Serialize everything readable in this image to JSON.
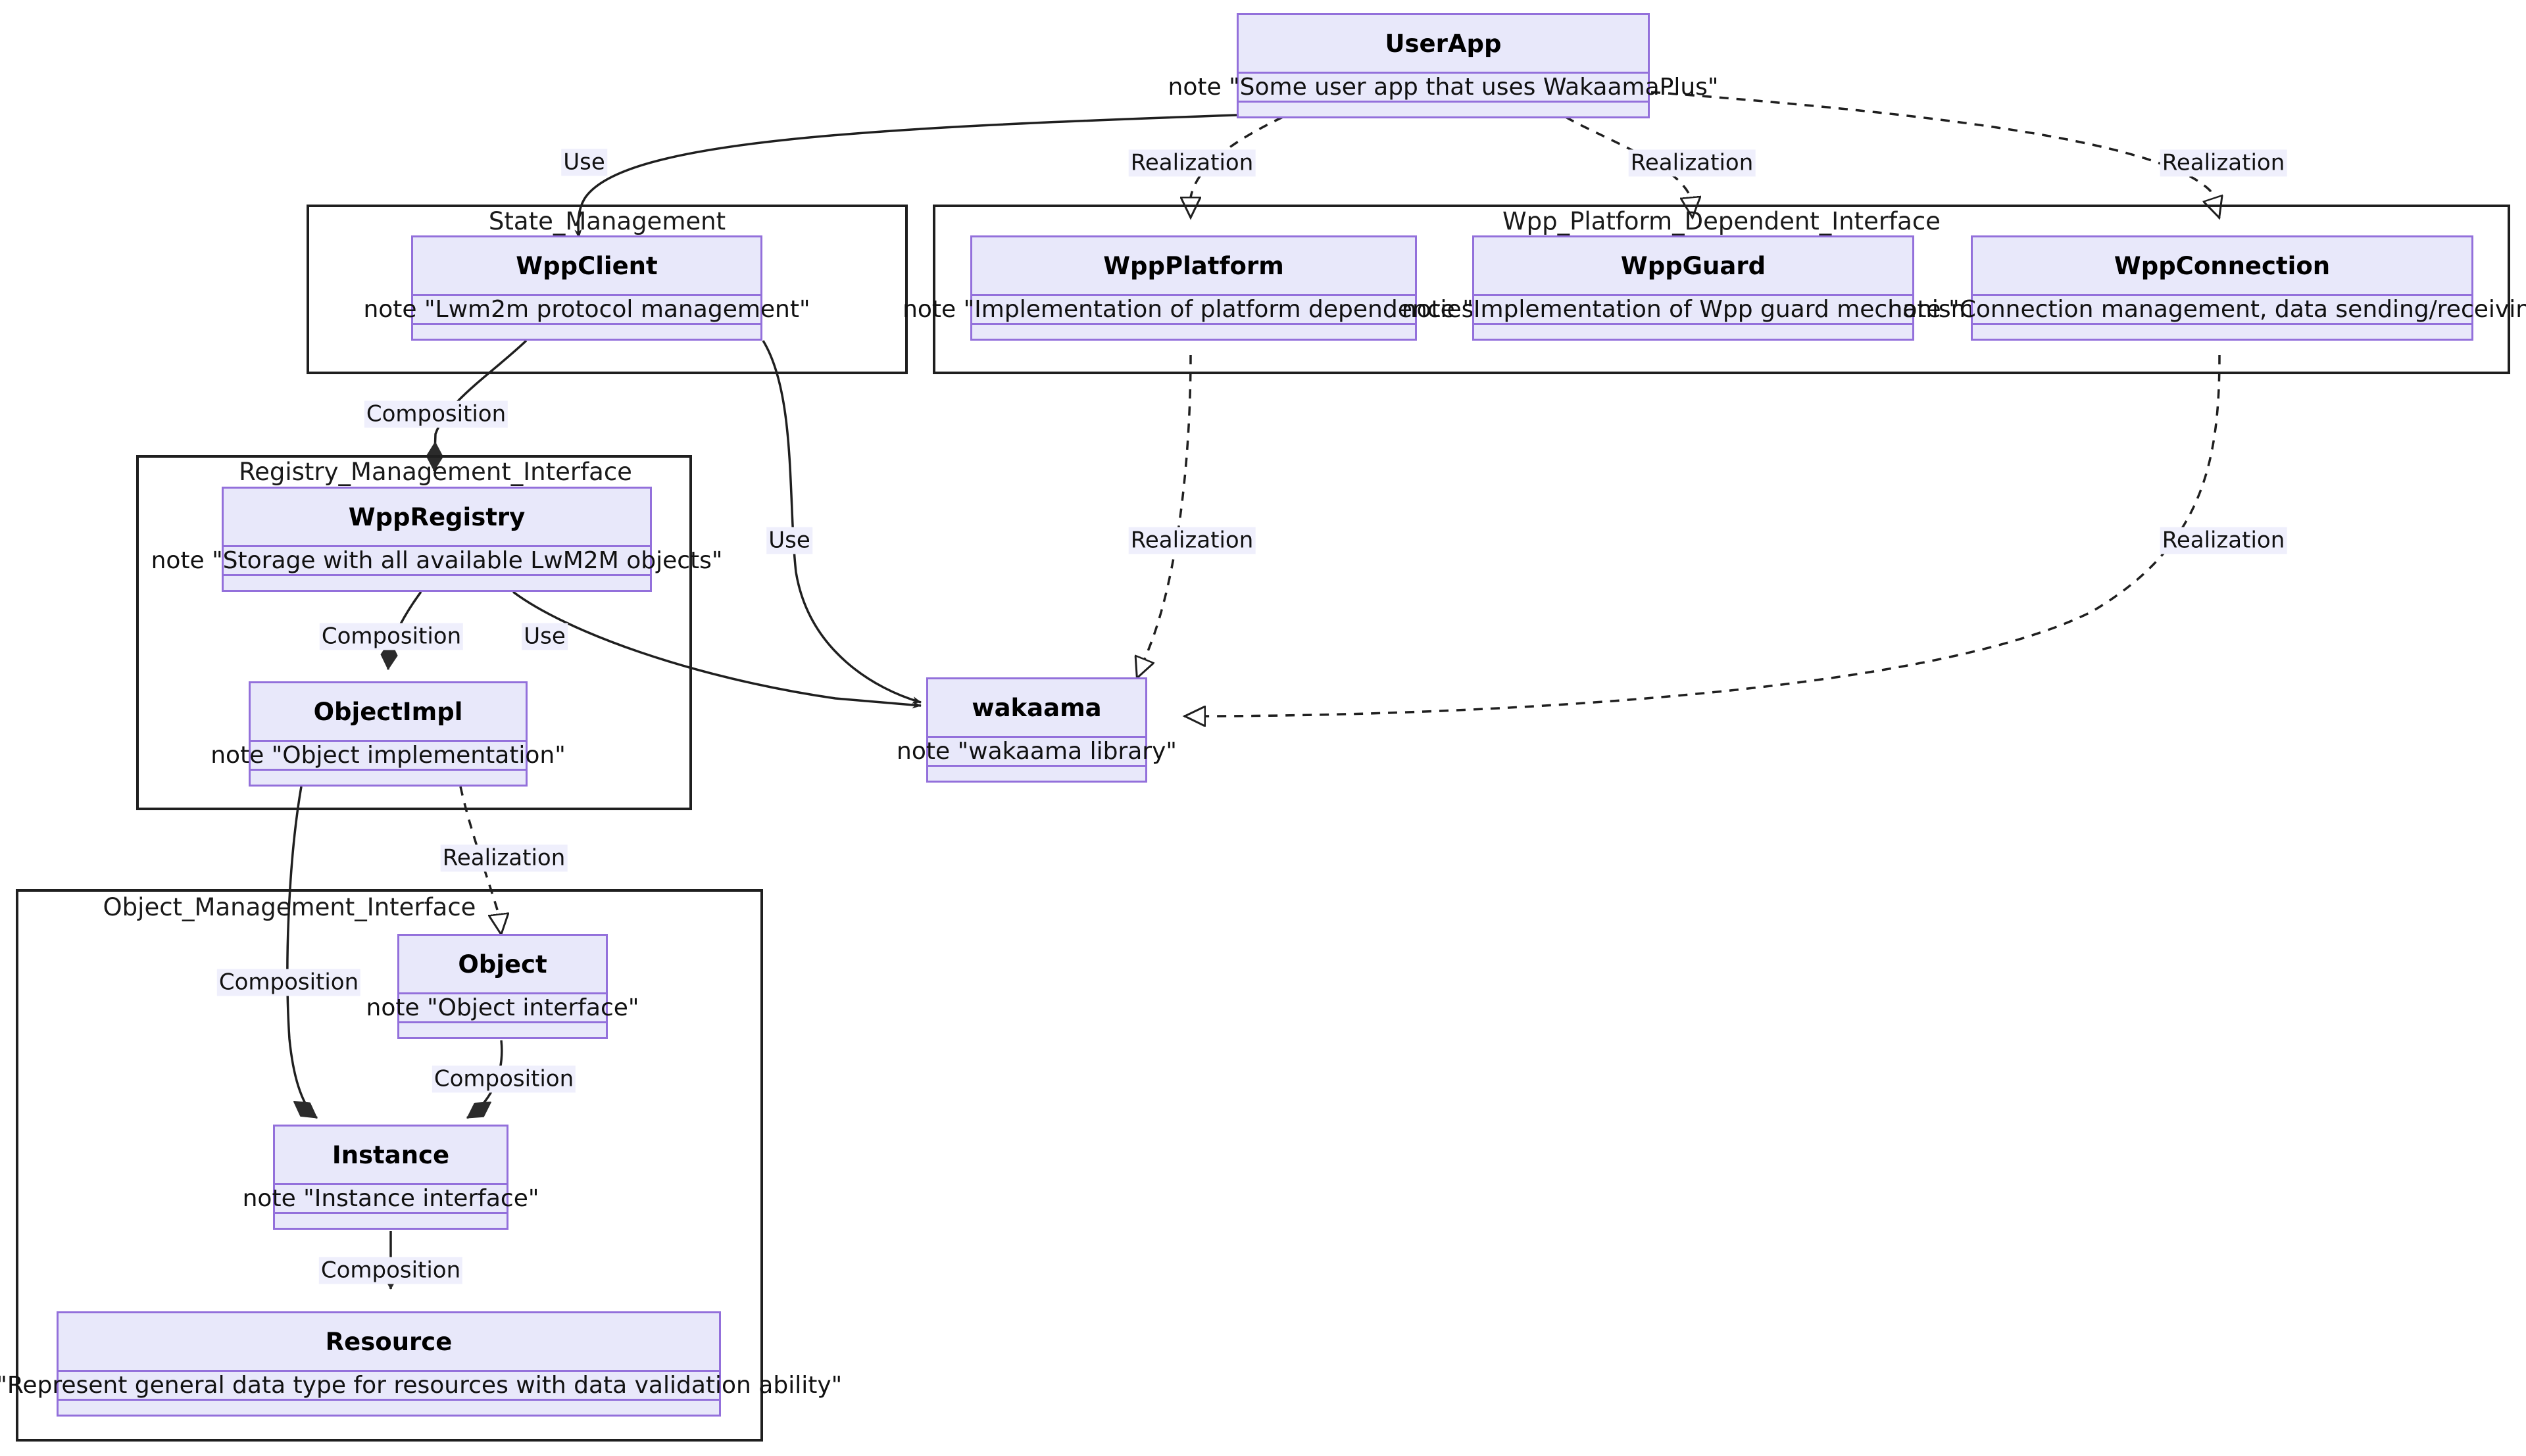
{
  "diagram": {
    "type": "uml-class-diagram",
    "background": "#ffffff",
    "node_fill": "#E8E8FA",
    "node_border": "#9370DB",
    "cluster_border": "#1f1f1f",
    "edge_color": "#1f1f1f",
    "label_bg": "#EFEFFC"
  },
  "clusters": [
    {
      "id": "state_management",
      "label": "State_Management"
    },
    {
      "id": "wpp_platform_dependent_interface",
      "label": "Wpp_Platform_Dependent_Interface"
    },
    {
      "id": "registry_management_interface",
      "label": "Registry_Management_Interface"
    },
    {
      "id": "object_management_interface",
      "label": "Object_Management_Interface"
    }
  ],
  "nodes": [
    {
      "id": "userapp",
      "title": "UserApp",
      "note": "note \"Some user app that uses WakaamaPlus\""
    },
    {
      "id": "wppclient",
      "title": "WppClient",
      "note": "note \"Lwm2m protocol management\""
    },
    {
      "id": "wppplatform",
      "title": "WppPlatform",
      "note": "note \"Implementation of platform dependencies\""
    },
    {
      "id": "wppguard",
      "title": "WppGuard",
      "note": "note \"Implementation of Wpp guard mechanism\""
    },
    {
      "id": "wppconnection",
      "title": "WppConnection",
      "note": "note \"Connection management, data sending/receiving\""
    },
    {
      "id": "wppregistry",
      "title": "WppRegistry",
      "note": "note \"Storage with all available LwM2M objects\""
    },
    {
      "id": "objectimpl",
      "title": "ObjectImpl",
      "note": "note \"Object implementation\""
    },
    {
      "id": "wakaama",
      "title": "wakaama",
      "note": "note \"wakaama library\""
    },
    {
      "id": "object",
      "title": "Object",
      "note": "note \"Object interface\""
    },
    {
      "id": "instance",
      "title": "Instance",
      "note": "note \"Instance interface\""
    },
    {
      "id": "resource",
      "title": "Resource",
      "note": "note \"Represent general data type for resources with data validation ability\""
    }
  ],
  "edges": [
    {
      "id": "e1",
      "from": "userapp",
      "to": "wppclient",
      "label": "Use",
      "kind": "use"
    },
    {
      "id": "e2",
      "from": "userapp",
      "to": "wppplatform",
      "label": "Realization",
      "kind": "realization"
    },
    {
      "id": "e3",
      "from": "userapp",
      "to": "wppguard",
      "label": "Realization",
      "kind": "realization"
    },
    {
      "id": "e4",
      "from": "userapp",
      "to": "wppconnection",
      "label": "Realization",
      "kind": "realization"
    },
    {
      "id": "e5",
      "from": "wppclient",
      "to": "wppregistry",
      "label": "Composition",
      "kind": "composition"
    },
    {
      "id": "e6",
      "from": "wppclient",
      "to": "wakaama",
      "label": "Use",
      "kind": "use"
    },
    {
      "id": "e7",
      "from": "wppplatform",
      "to": "wakaama",
      "label": "Realization",
      "kind": "realization"
    },
    {
      "id": "e8",
      "from": "wppconnection",
      "to": "wakaama",
      "label": "Realization",
      "kind": "realization"
    },
    {
      "id": "e9",
      "from": "wppregistry",
      "to": "objectimpl",
      "label": "Composition",
      "kind": "composition"
    },
    {
      "id": "e10",
      "from": "wppregistry",
      "to": "wakaama",
      "label": "Use",
      "kind": "use"
    },
    {
      "id": "e11",
      "from": "objectimpl",
      "to": "object",
      "label": "Realization",
      "kind": "realization"
    },
    {
      "id": "e12",
      "from": "objectimpl",
      "to": "instance",
      "label": "Composition",
      "kind": "composition"
    },
    {
      "id": "e13",
      "from": "object",
      "to": "instance",
      "label": "Composition",
      "kind": "composition"
    },
    {
      "id": "e14",
      "from": "instance",
      "to": "resource",
      "label": "Composition",
      "kind": "composition"
    }
  ],
  "edge_labels": [
    {
      "id": "l_use_top",
      "text": "Use"
    },
    {
      "id": "l_real_platform",
      "text": "Realization"
    },
    {
      "id": "l_real_guard",
      "text": "Realization"
    },
    {
      "id": "l_real_connection",
      "text": "Realization"
    },
    {
      "id": "l_comp_registry",
      "text": "Composition"
    },
    {
      "id": "l_use_wakaama",
      "text": "Use"
    },
    {
      "id": "l_real_wak_plat",
      "text": "Realization"
    },
    {
      "id": "l_real_wak_conn",
      "text": "Realization"
    },
    {
      "id": "l_comp_objimpl",
      "text": "Composition"
    },
    {
      "id": "l_use_registry",
      "text": "Use"
    },
    {
      "id": "l_real_object",
      "text": "Realization"
    },
    {
      "id": "l_comp_inst_left",
      "text": "Composition"
    },
    {
      "id": "l_comp_inst_right",
      "text": "Composition"
    },
    {
      "id": "l_comp_resource",
      "text": "Composition"
    }
  ]
}
